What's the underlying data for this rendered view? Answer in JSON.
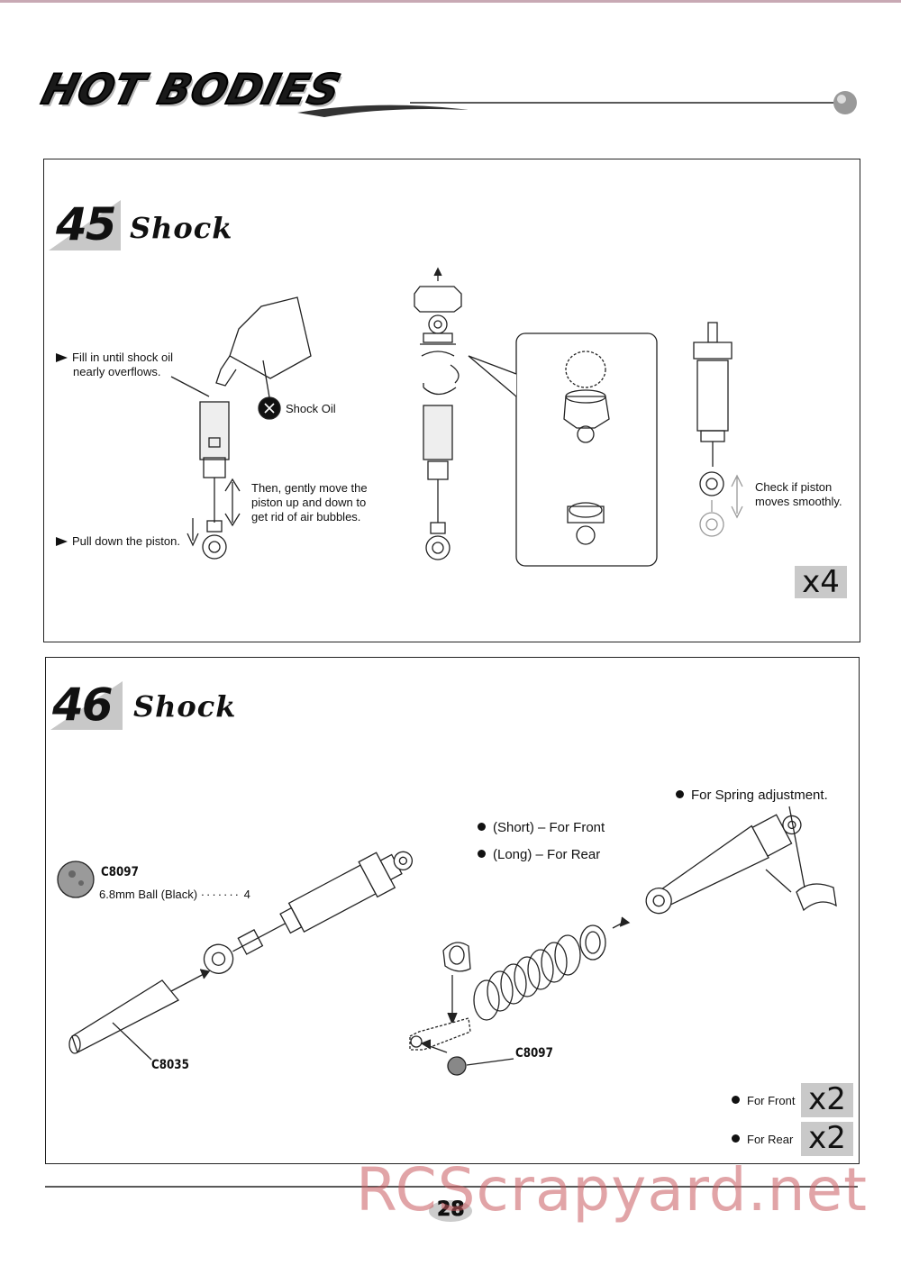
{
  "header": {
    "brand": "HOT BODIES"
  },
  "step45": {
    "number": "45",
    "title": "Shock",
    "notes": {
      "fill": [
        "Fill in until shock oil",
        "nearly overflows."
      ],
      "oil": "Shock Oil",
      "gently": [
        "Then, gently move the",
        "piston up and down to",
        "get rid of air bubbles."
      ],
      "pull": "Pull down the piston.",
      "check": [
        "Check if piston",
        "moves smoothly."
      ]
    },
    "quantity": "x4"
  },
  "step46": {
    "number": "46",
    "title": "Shock",
    "ball": {
      "part": "C8097",
      "desc": "6.8mm Ball (Black)",
      "count": "4"
    },
    "boot_part": "C8035",
    "ball_part2": "C8097",
    "spring_notes": [
      "(Short) – For Front",
      "(Long) – For Rear"
    ],
    "spring_adjust": "For Spring adjustment.",
    "front": {
      "label": "For Front",
      "qty": "x2"
    },
    "rear": {
      "label": "For  Rear",
      "qty": "x2"
    }
  },
  "footer": {
    "page": "28",
    "watermark": "RCScrapyard.net"
  }
}
